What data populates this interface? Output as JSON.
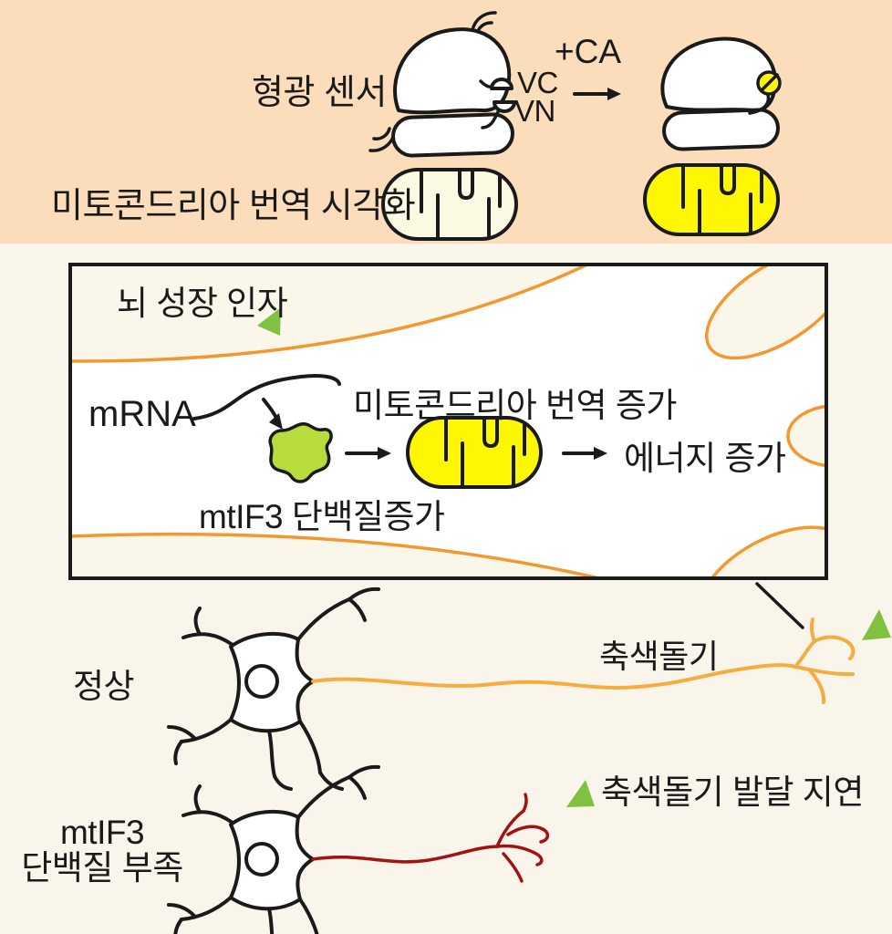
{
  "top_panel": {
    "sensor_label": "형광 센서",
    "vc_label": "VC",
    "vn_label": "VN",
    "ca_label": "+CA",
    "visualization_label": "미토콘드리아 번역 시각화"
  },
  "zoom_panel": {
    "growth_factor_label": "뇌 성장 인자",
    "mrna_label": "mRNA",
    "translation_label": "미토콘드리아 번역 증가",
    "protein_label": "mtIF3 단백질증가",
    "energy_label": "에너지 증가"
  },
  "neuron_panel": {
    "normal_label": "정상",
    "axon_label": "축색돌기",
    "deficient_label_line1": "mtIF3",
    "deficient_label_line2": "단백질 부족",
    "delay_label": "축색돌기 발달 지연"
  },
  "colors": {
    "peach_bg": "#fbdcbb",
    "cream_bg": "#f9f5eb",
    "box_tint": "#faf6ea",
    "panel_white": "#ffffff",
    "membrane_orange": "#f2982f",
    "axon_orange": "#f6ac3f",
    "axon_red": "#a31212",
    "growth_factor_green": "#7fc242",
    "protein_green": "#b8dc3c",
    "active_yellow": "#fdf703",
    "inactive_cream": "#fbf9e2",
    "ink_black": "#1a1a1a"
  }
}
